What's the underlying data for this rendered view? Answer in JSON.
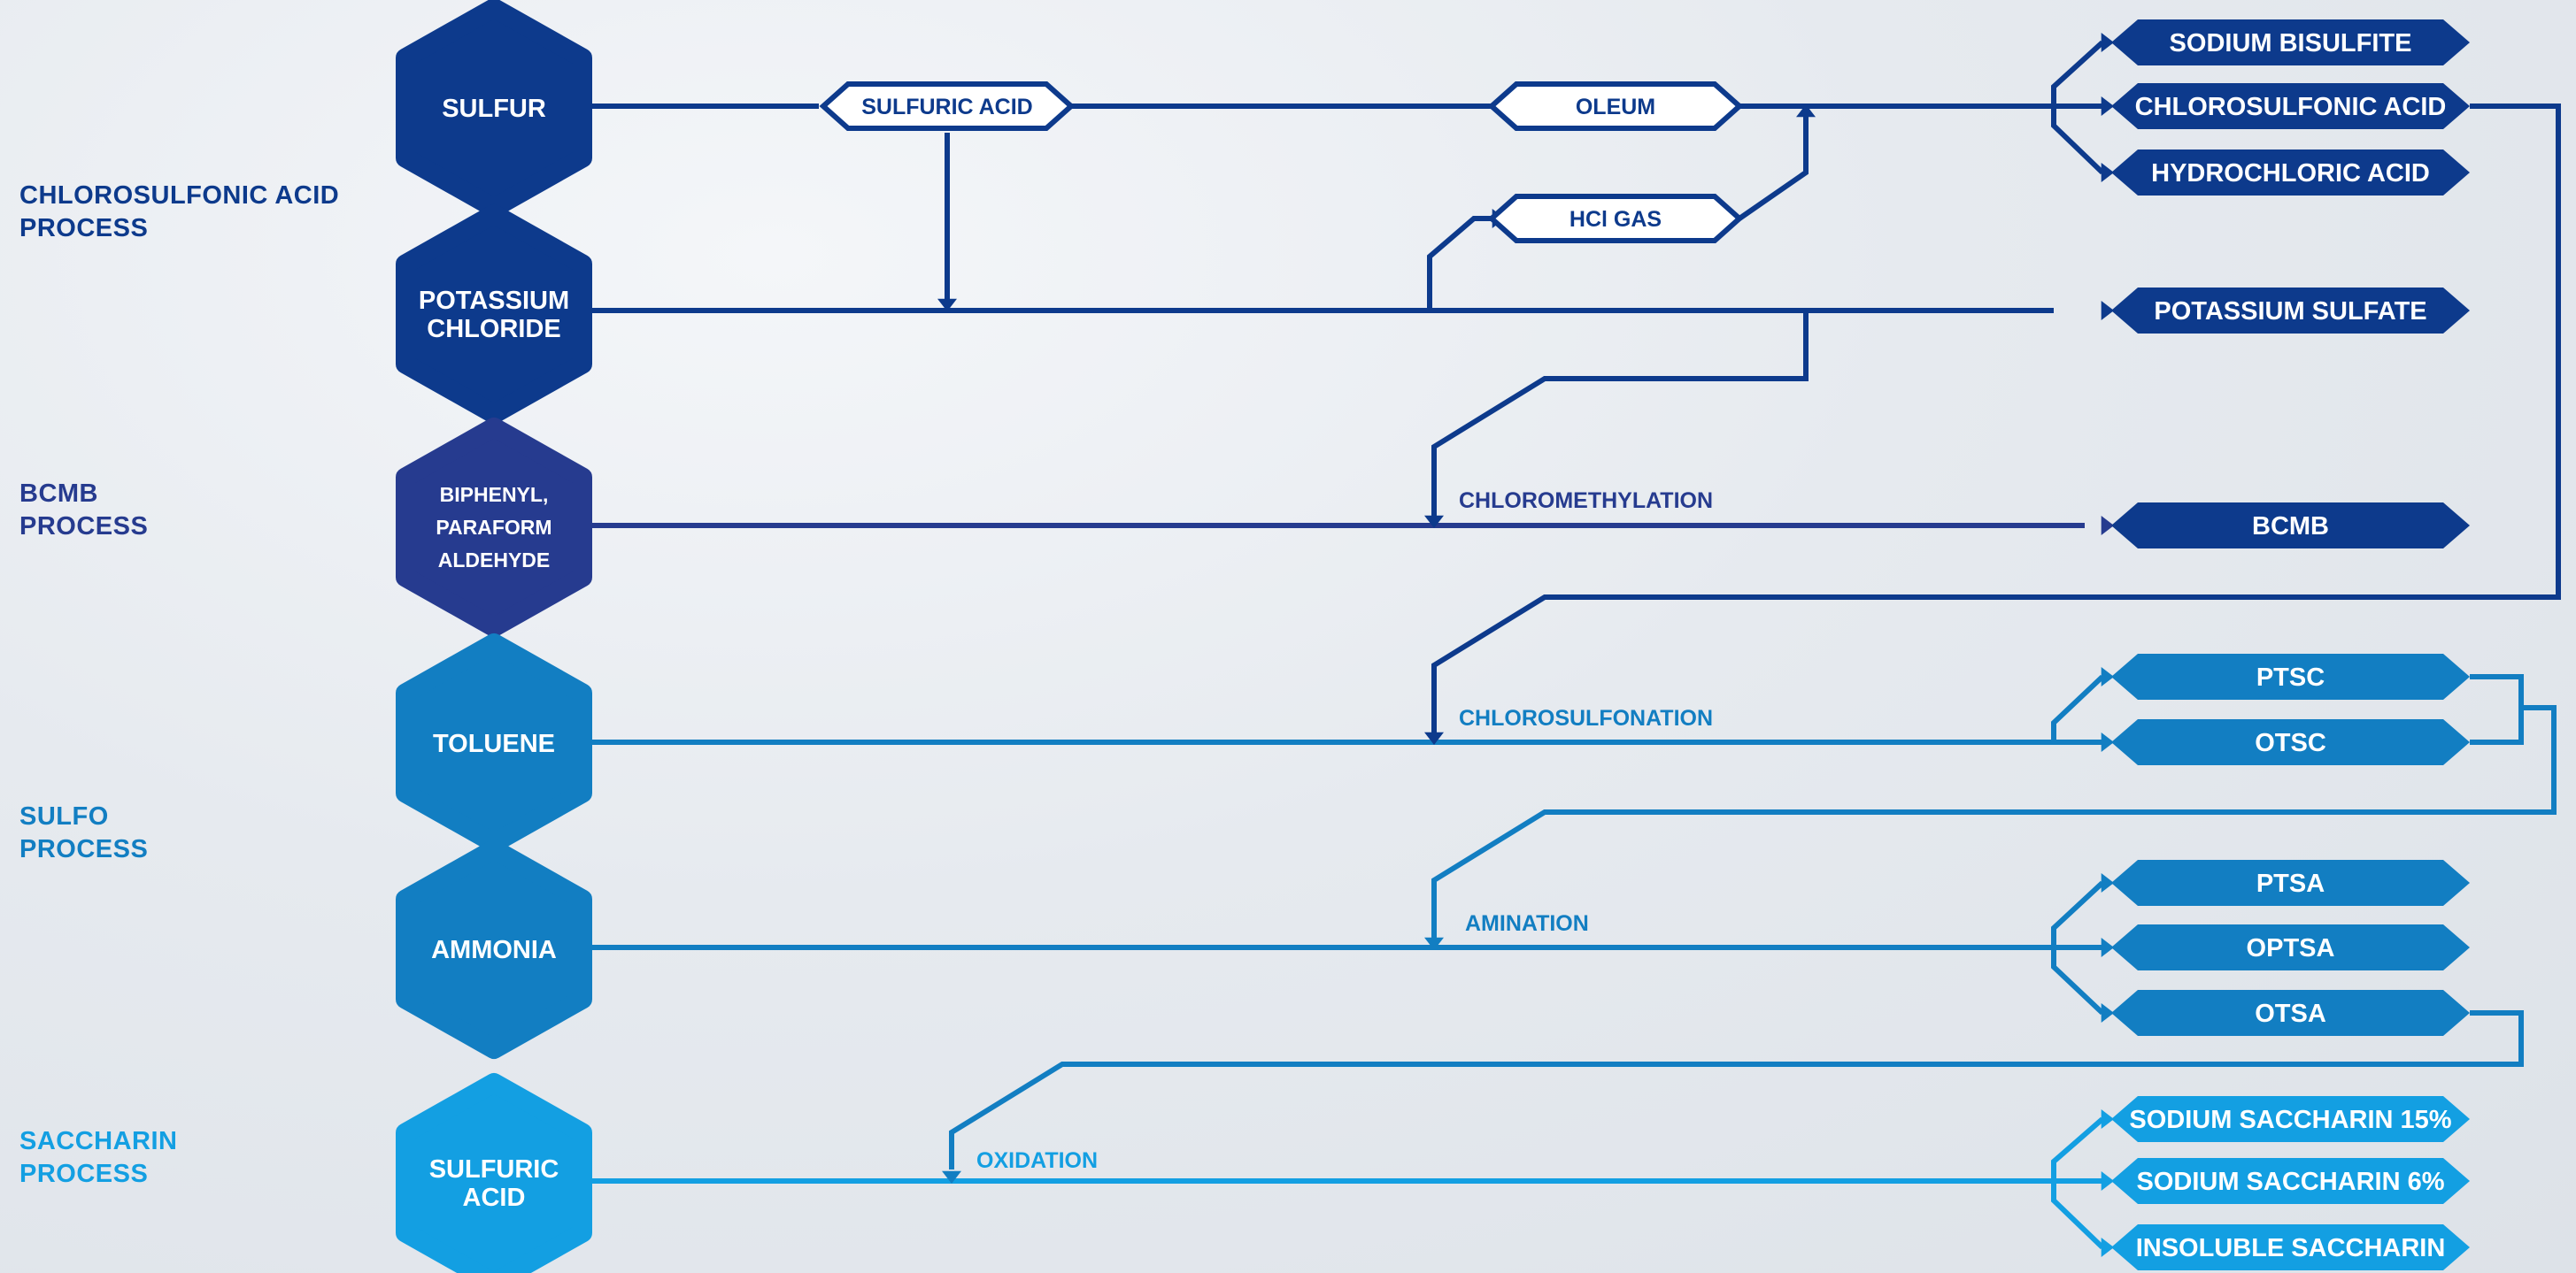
{
  "colors": {
    "navy": "#0d3a8c",
    "indigo": "#263b8f",
    "mid_blue": "#127ec2",
    "sky_blue": "#139fe2"
  },
  "process_labels": [
    {
      "text": "CHLOROSULFONIC ACID\nPROCESS",
      "color": "#0d3a8c"
    },
    {
      "text": "BCMB\nPROCESS",
      "color": "#263b8f"
    },
    {
      "text": "SULFO\nPROCESS",
      "color": "#127ec2"
    },
    {
      "text": "SACCHARIN\nPROCESS",
      "color": "#139fe2"
    }
  ],
  "raw_materials": [
    {
      "label": "SULFUR",
      "color": "#0d3a8c"
    },
    {
      "label": "POTASSIUM\nCHLORIDE",
      "color": "#0d3a8c"
    },
    {
      "label": "BIPHENYL,\nPARAFORM\nALDEHYDE",
      "color": "#263b8f"
    },
    {
      "label": "TOLUENE",
      "color": "#127ec2"
    },
    {
      "label": "AMMONIA",
      "color": "#127ec2"
    },
    {
      "label": "SULFURIC\nACID",
      "color": "#139fe2"
    }
  ],
  "intermediates": [
    {
      "label": "SULFURIC ACID",
      "color": "#0d3a8c"
    },
    {
      "label": "OLEUM",
      "color": "#0d3a8c"
    },
    {
      "label": "HCl GAS",
      "color": "#0d3a8c"
    }
  ],
  "steps": [
    {
      "label": "CHLOROMETHYLATION",
      "color": "#263b8f"
    },
    {
      "label": "CHLOROSULFONATION",
      "color": "#127ec2"
    },
    {
      "label": "AMINATION",
      "color": "#127ec2"
    },
    {
      "label": "OXIDATION",
      "color": "#139fe2"
    }
  ],
  "products": [
    {
      "label": "SODIUM BISULFITE",
      "color": "#0d3a8c"
    },
    {
      "label": "CHLOROSULFONIC ACID",
      "color": "#0d3a8c"
    },
    {
      "label": "HYDROCHLORIC ACID",
      "color": "#0d3a8c"
    },
    {
      "label": "POTASSIUM SULFATE",
      "color": "#0d3a8c"
    },
    {
      "label": "BCMB",
      "color": "#0d3a8c"
    },
    {
      "label": "PTSC",
      "color": "#127ec2"
    },
    {
      "label": "OTSC",
      "color": "#127ec2"
    },
    {
      "label": "PTSA",
      "color": "#127ec2"
    },
    {
      "label": "OPTSA",
      "color": "#127ec2"
    },
    {
      "label": "OTSA",
      "color": "#127ec2"
    },
    {
      "label": "SODIUM SACCHARIN 15%",
      "color": "#139fe2"
    },
    {
      "label": "SODIUM SACCHARIN 6%",
      "color": "#139fe2"
    },
    {
      "label": "INSOLUBLE SACCHARIN",
      "color": "#139fe2"
    }
  ]
}
